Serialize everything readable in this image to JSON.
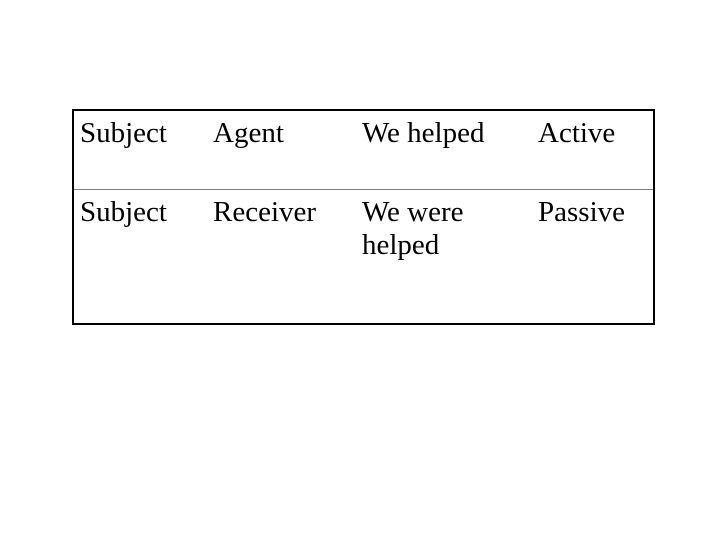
{
  "table": {
    "rows": [
      {
        "role": "Subject",
        "relation": "Agent",
        "example": "We helped",
        "voice": "Active"
      },
      {
        "role": "Subject",
        "relation": "Receiver",
        "example": "We were\nhelped",
        "voice": "Passive"
      }
    ]
  }
}
